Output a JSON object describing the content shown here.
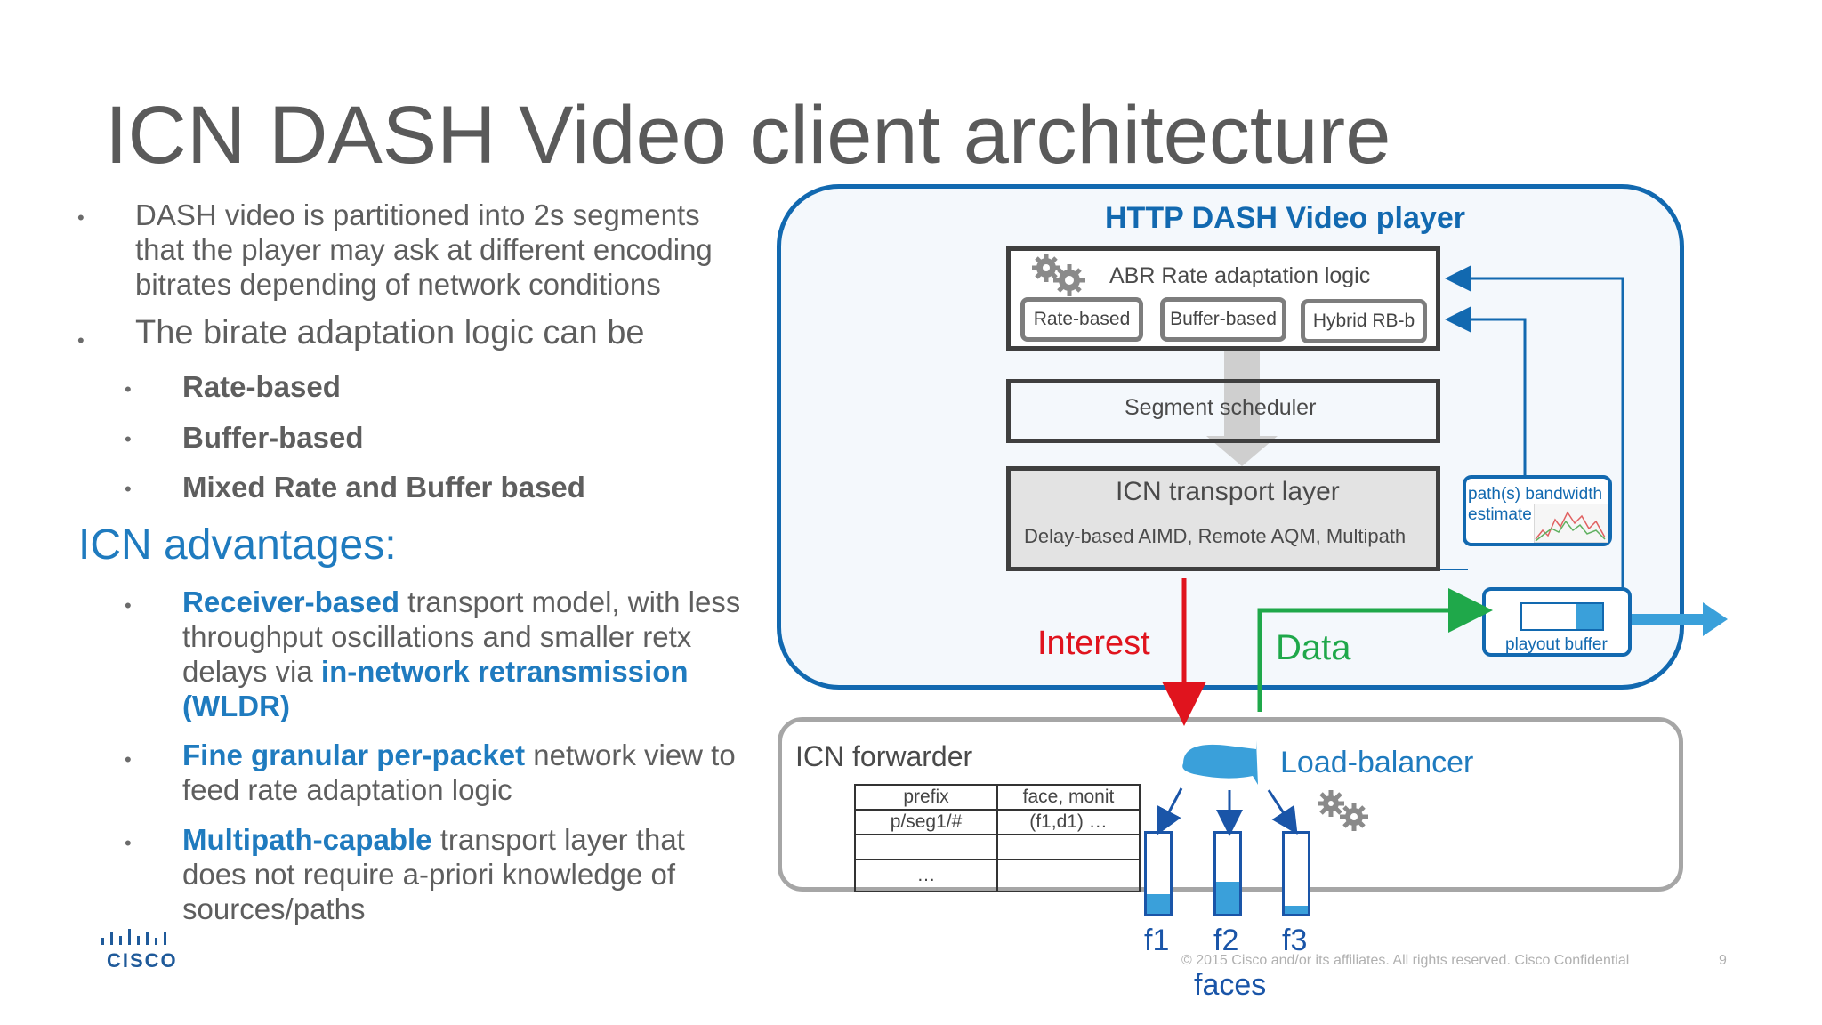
{
  "title": "ICN DASH Video client architecture",
  "bullets": {
    "b1": "DASH video is partitioned into 2s segments that the player may ask at different encoding bitrates depending of network conditions",
    "b2": "The birate adaptation logic can be",
    "s1": "Rate-based",
    "s2": "Buffer-based",
    "s3": "Mixed Rate and Buffer based"
  },
  "advantages": {
    "heading": "ICN advantages:",
    "a1_strong": "Receiver-based",
    "a1_text": " transport model, with less throughput oscillations and smaller retx delays via ",
    "a1_strong2": "in-network retransmission (WLDR)",
    "a2_strong": "Fine granular per-packet",
    "a2_text": " network view to feed rate adaptation logic",
    "a3_strong": "Multipath-capable",
    "a3_text": " transport layer that does not require a-priori knowledge of sources/paths"
  },
  "diagram": {
    "player_title": "HTTP DASH Video player",
    "abr_title": "ABR Rate adaptation logic",
    "abr_opts": [
      "Rate-based",
      "Buffer-based",
      "Hybrid RB-b"
    ],
    "scheduler": "Segment scheduler",
    "transport_title": "ICN transport layer",
    "transport_sub": "Delay-based AIMD, Remote AQM, Multipath",
    "bw_estimate": "path(s) bandwidth estimate",
    "playout": "playout buffer",
    "interest": "Interest",
    "data": "Data",
    "forwarder": "ICN forwarder",
    "load_balancer": "Load-balancer",
    "fib_header": [
      "prefix",
      "face, monit"
    ],
    "fib_row1": [
      "p/seg1/#",
      "(f1,d1) …"
    ],
    "fib_row3": [
      "…",
      ""
    ],
    "faces": [
      "f1",
      "f2",
      "f3"
    ],
    "faces_label": "faces",
    "face_levels": [
      0.25,
      0.4,
      0.1
    ],
    "colors": {
      "blue": "#1269b0",
      "accent": "#3aa0da",
      "interest": "#e0141e",
      "data": "#1fa84a"
    }
  },
  "footer": {
    "copyright": "© 2015  Cisco and/or its affiliates. All rights reserved.   Cisco Confidential",
    "page": "9",
    "logo": "CISCO"
  }
}
